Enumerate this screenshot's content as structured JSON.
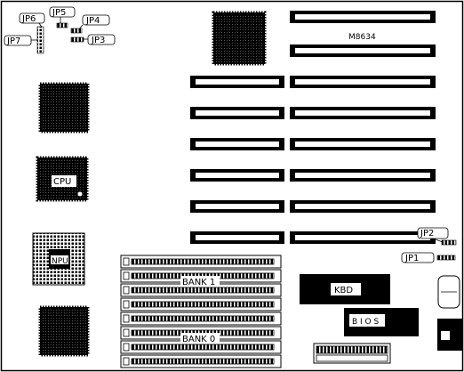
{
  "board_label": "M8634",
  "jumpers": {
    "jp1": "JP1",
    "jp2": "JP2",
    "jp3": "JP3",
    "jp4": "JP4",
    "jp5": "JP5",
    "jp6": "JP6",
    "jp7": "JP7"
  },
  "chips": {
    "cpu": "CPU",
    "npu": "NPU",
    "kbd": "KBD",
    "bios": "B I O S"
  },
  "memory": {
    "bank1": "BANK 1",
    "bank0": "BANK 0"
  },
  "colors": {
    "ink": "#000000",
    "paper": "#ffffff"
  }
}
